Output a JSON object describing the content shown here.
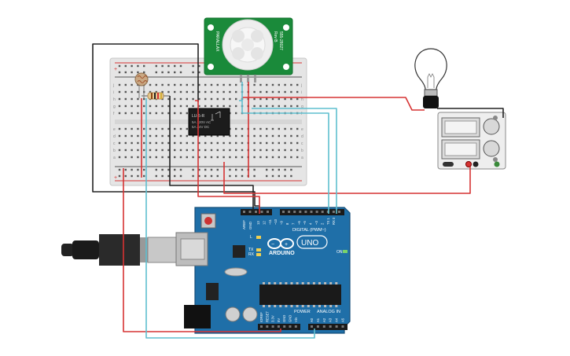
{
  "pir_sensor": {
    "brand": "PARALLAX",
    "part": "555-28027",
    "rev": "Rev B",
    "pin_labels": [
      "",
      "",
      ""
    ]
  },
  "relay": {
    "name": "LU-5-R",
    "line1": "5A 120V AC",
    "line2": "5A 24V DC"
  },
  "breadboard": {
    "row_letters_top": [
      "j",
      "i",
      "h",
      "g",
      "f"
    ],
    "row_letters_bottom": [
      "e",
      "d",
      "c",
      "b",
      "a"
    ],
    "rail_plus": "+",
    "rail_minus": "−"
  },
  "arduino": {
    "brand": "ARDUINO",
    "model": "UNO",
    "digital_label": "DIGITAL (PWM~)",
    "power_label": "POWER",
    "analog_label": "ANALOG IN",
    "on_label": "ON",
    "l_label": "L",
    "tx_label": "TX",
    "rx_label": "RX",
    "aref": "AREF",
    "gnd": "GND",
    "digital_pins": [
      "13",
      "12",
      "~11",
      "~10",
      "~9",
      "8",
      "7",
      "~6",
      "~5",
      "4",
      "~3",
      "2",
      "TX 1",
      "RX 0"
    ],
    "power_pins": [
      "IOREF",
      "RESET",
      "3.3V",
      "5V",
      "GND",
      "GND",
      "Vin"
    ],
    "analog_pins": [
      "A0",
      "A1",
      "A2",
      "A3",
      "A4",
      "A5"
    ]
  },
  "power_supply": {
    "label": ""
  },
  "colors": {
    "board_blue": "#1f6fa8",
    "breadboard": "#e6e6e6",
    "wire_red": "#d63333",
    "wire_black": "#222222",
    "wire_cyan": "#5fbfcf",
    "pir_green": "#1a8a3a"
  },
  "icons": {
    "bulb": "light-bulb-icon",
    "usb": "usb-cable-icon",
    "ldr": "photoresistor-icon",
    "resistor": "resistor-icon"
  }
}
